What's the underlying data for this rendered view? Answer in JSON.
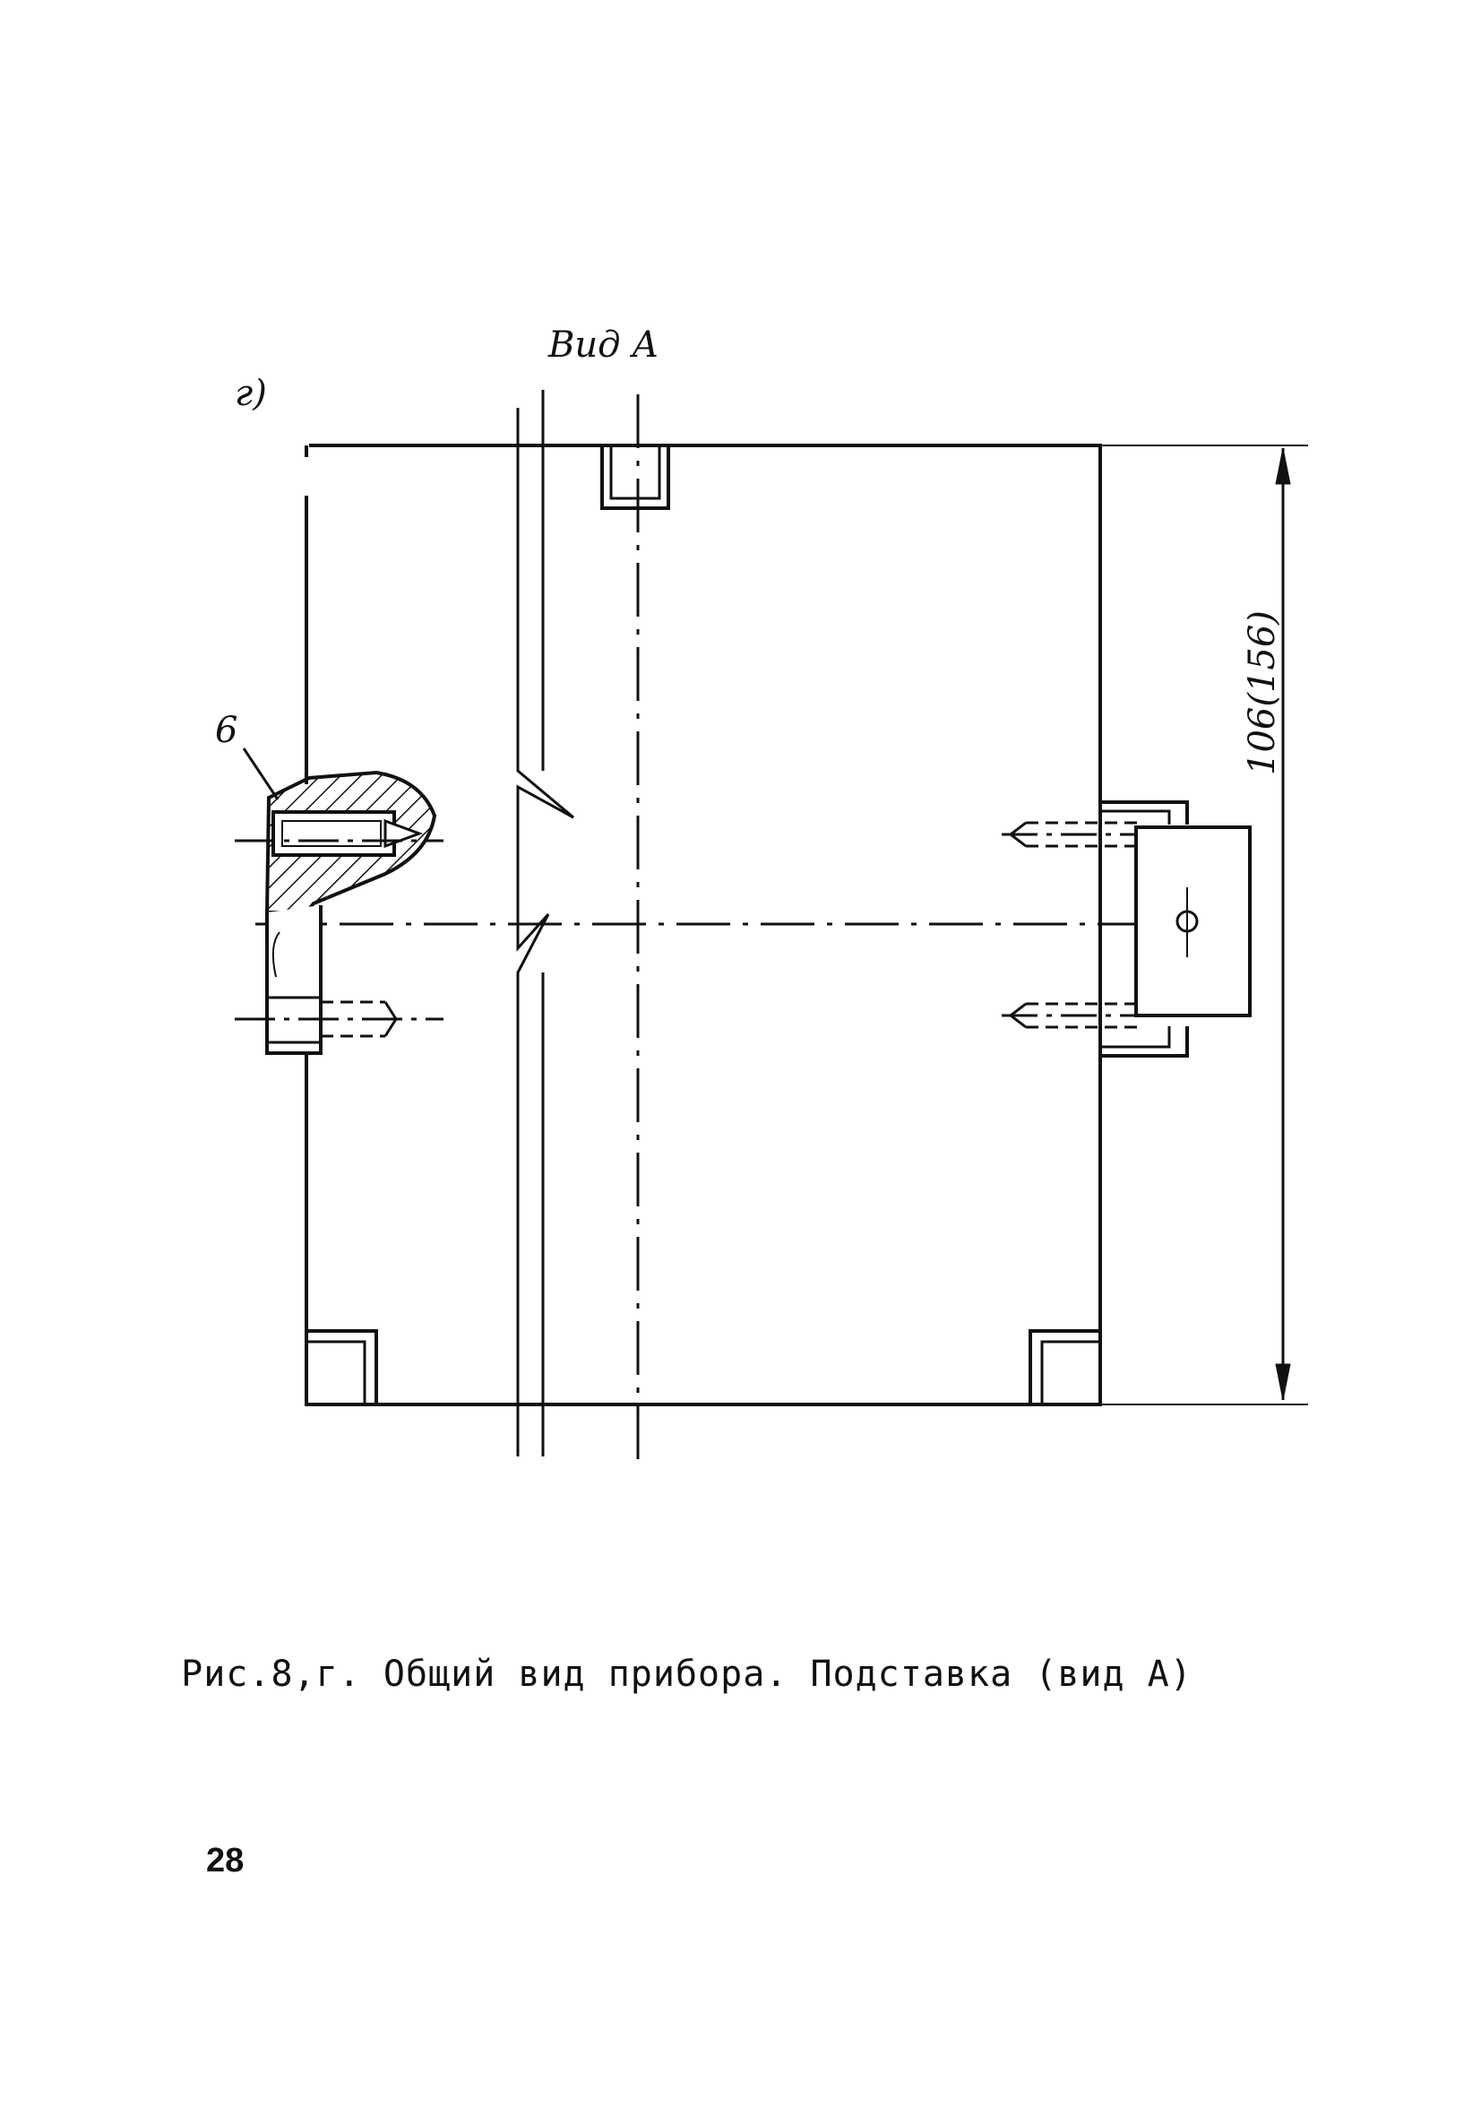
{
  "figure": {
    "view_label": "Вид А",
    "sub_label": "г)",
    "part_label": "6",
    "dimension_label": "106(156)"
  },
  "caption": "Рис.8,г. Общий вид прибора. Подставка (вид А)",
  "page_number": "28"
}
